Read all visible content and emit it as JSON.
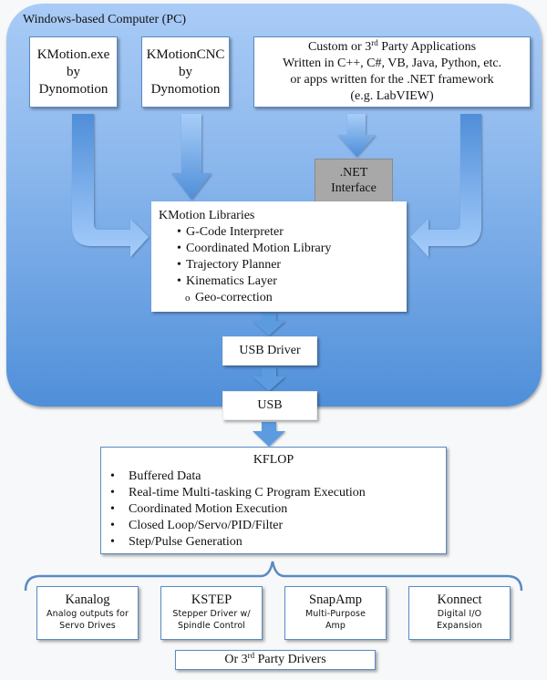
{
  "pc": {
    "title": "Windows-based Computer (PC)"
  },
  "apps": [
    {
      "lines": [
        "KMotion.exe",
        "by",
        "Dynomotion"
      ]
    },
    {
      "lines": [
        "KMotionCNC",
        "by",
        "Dynomotion"
      ]
    },
    {
      "line1_pre": "Custom or 3",
      "line1_sup": "rd",
      "line1_post": " Party Applications",
      "line2": "Written in C++, C#, VB, Java, Python, etc.",
      "line3": "or apps written for the .NET framework",
      "line4": "(e.g. LabVIEW)"
    }
  ],
  "net_interface": {
    "lines": [
      ".NET",
      "Interface"
    ]
  },
  "kmotion_libraries": {
    "title": "KMotion Libraries",
    "items": [
      "G-Code Interpreter",
      "Coordinated Motion Library",
      "Trajectory Planner",
      "Kinematics Layer"
    ],
    "subitems": [
      "Geo-correction"
    ]
  },
  "usb_driver": {
    "label": "USB Driver"
  },
  "usb": {
    "label": "USB"
  },
  "kflop": {
    "title": "KFLOP",
    "items": [
      "Buffered Data",
      "Real-time Multi-tasking C Program Execution",
      "Coordinated Motion Execution",
      "Closed Loop/Servo/PID/Filter",
      "Step/Pulse Generation"
    ]
  },
  "drivers": [
    {
      "name": "Kanalog",
      "desc": [
        "Analog outputs for",
        "Servo Drives"
      ]
    },
    {
      "name": "KSTEP",
      "desc": [
        "Stepper Driver w/",
        "Spindle Control"
      ]
    },
    {
      "name": "SnapAmp",
      "desc": [
        "Multi-Purpose",
        "Amp"
      ]
    },
    {
      "name": "Konnect",
      "desc": [
        "Digital I/O",
        "Expansion"
      ]
    }
  ],
  "third_party": {
    "pre": "Or 3",
    "sup": "rd",
    "post": " Party Drivers"
  },
  "colors": {
    "pc_top": "#a9cbf6",
    "pc_bottom": "#4f8fd9",
    "arrow": "#5b9be0",
    "net_box": "#a8a8a8",
    "border": "#5b8ac2"
  }
}
